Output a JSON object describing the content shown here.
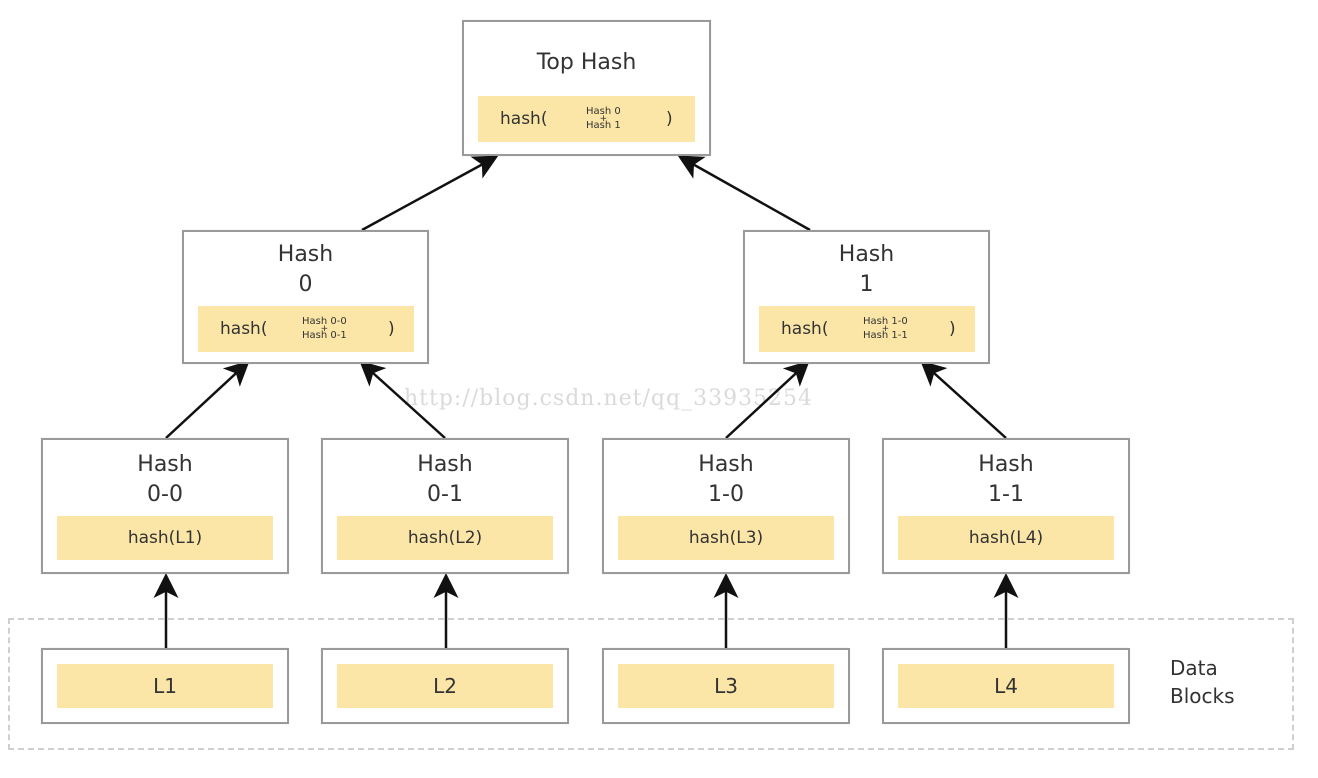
{
  "top": {
    "title": "Top Hash",
    "fn": "hash(",
    "in1": "Hash 0",
    "plus": "+",
    "in2": "Hash 1",
    "close": ")"
  },
  "mid": [
    {
      "title1": "Hash",
      "title2": "0",
      "fn": "hash(",
      "in1": "Hash 0-0",
      "plus": "+",
      "in2": "Hash 0-1",
      "close": ")"
    },
    {
      "title1": "Hash",
      "title2": "1",
      "fn": "hash(",
      "in1": "Hash 1-0",
      "plus": "+",
      "in2": "Hash 1-1",
      "close": ")"
    }
  ],
  "leaves": [
    {
      "title1": "Hash",
      "title2": "0-0",
      "fn": "hash(L1)"
    },
    {
      "title1": "Hash",
      "title2": "0-1",
      "fn": "hash(L2)"
    },
    {
      "title1": "Hash",
      "title2": "1-0",
      "fn": "hash(L3)"
    },
    {
      "title1": "Hash",
      "title2": "1-1",
      "fn": "hash(L4)"
    }
  ],
  "data_blocks": {
    "label1": "Data",
    "label2": "Blocks",
    "items": [
      "L1",
      "L2",
      "L3",
      "L4"
    ]
  },
  "watermark": "http://blog.csdn.net/qq_33935254"
}
